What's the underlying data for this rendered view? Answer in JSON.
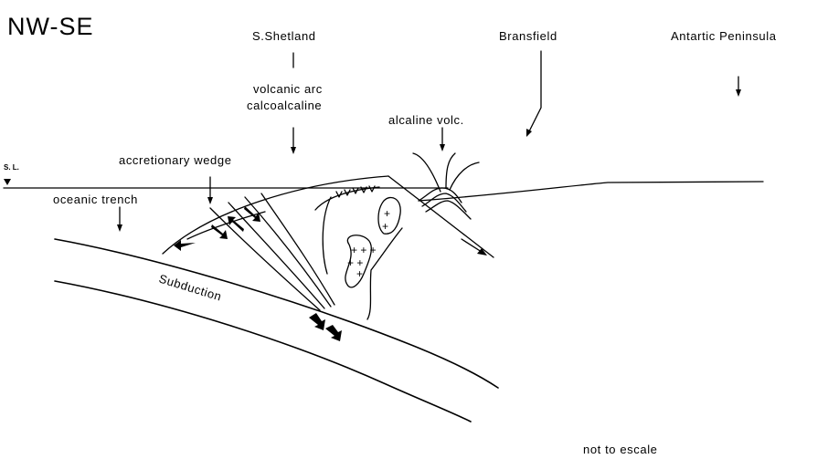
{
  "title": "NW-SE",
  "labels": {
    "sea_level": "S. L.",
    "oceanic_trench": "oceanic trench",
    "accretionary_wedge": "accretionary wedge",
    "s_shetland": "S.Shetland",
    "volcanic_arc_1": "volcanic arc",
    "volcanic_arc_2": "calcoalcaline",
    "alcaline_volc": "alcaline volc.",
    "bransfield": "Bransfield",
    "antartic_peninsula": "Antartic Peninsula",
    "subduction": "Subduction",
    "scale_note": "not to escale"
  }
}
